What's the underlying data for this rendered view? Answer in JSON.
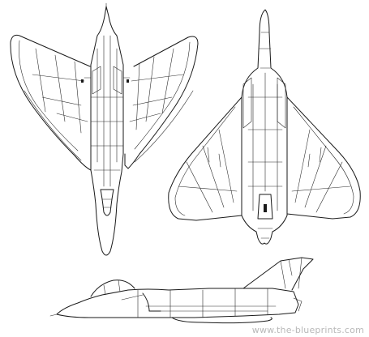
{
  "drawing": {
    "views": [
      {
        "id": "top-view",
        "kind": "planform-top"
      },
      {
        "id": "bottom-view",
        "kind": "planform-bottom"
      },
      {
        "id": "side-view",
        "kind": "profile-left"
      }
    ],
    "line_color": "#1a1a1a",
    "background": "#ffffff"
  },
  "watermark": {
    "text": "www.the-blueprints.com",
    "color": "#b8b8b8"
  }
}
